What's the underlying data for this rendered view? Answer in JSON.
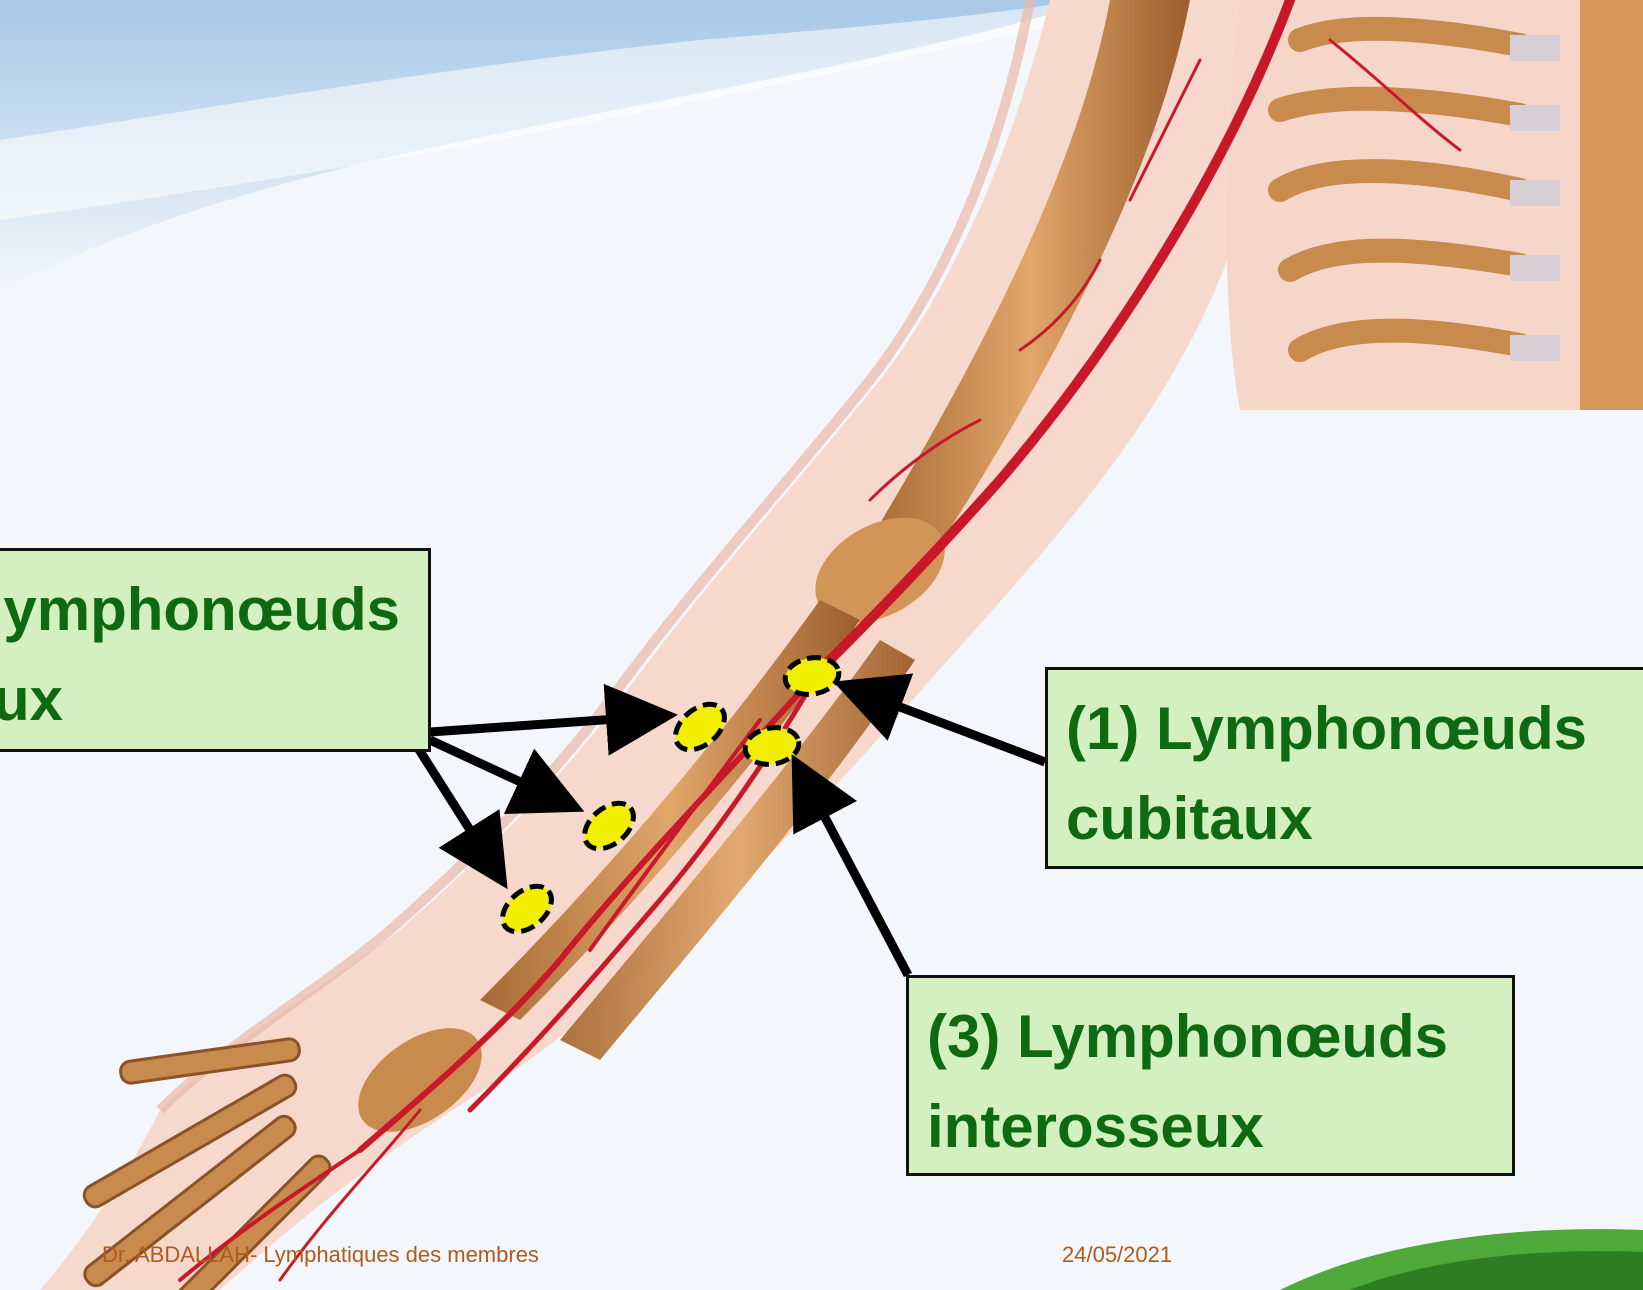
{
  "labels": {
    "left_line1": "ymphonœuds",
    "left_line2": "ux",
    "right_line1": "(1) Lymphonœuds",
    "right_line2": "cubitaux",
    "bottom_line1": "(3) Lymphonœuds",
    "bottom_line2": "interosseux"
  },
  "footer": {
    "author": "Dr. ABDALLAH- Lymphatiques des membres",
    "date": "24/05/2021"
  },
  "colors": {
    "box_fill": "#d4f0c0",
    "label_text": "#0e6a12",
    "node_fill": "#f2ee00",
    "vessel_red": "#c9182a",
    "bone": "#c98a4e"
  }
}
